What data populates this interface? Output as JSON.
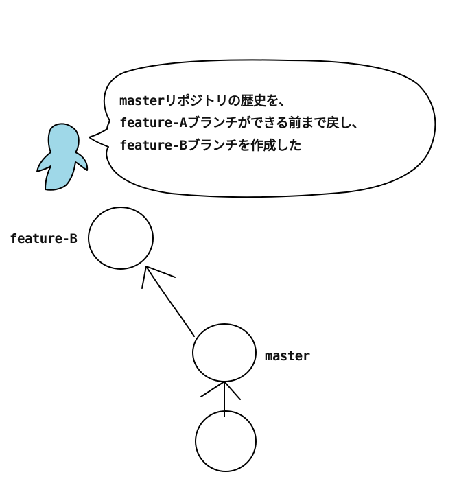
{
  "speech_bubble": {
    "lines": [
      "masterリポジトリの歴史を、",
      "feature-Aブランチができる前まで戻し、",
      "feature-Bブランチを作成した"
    ]
  },
  "branches": {
    "feature_b": "feature-B",
    "master": "master"
  },
  "colors": {
    "person": "#9fd8e8",
    "stroke": "#000000",
    "background": "#ffffff"
  },
  "icons": {
    "person": "person-icon"
  }
}
